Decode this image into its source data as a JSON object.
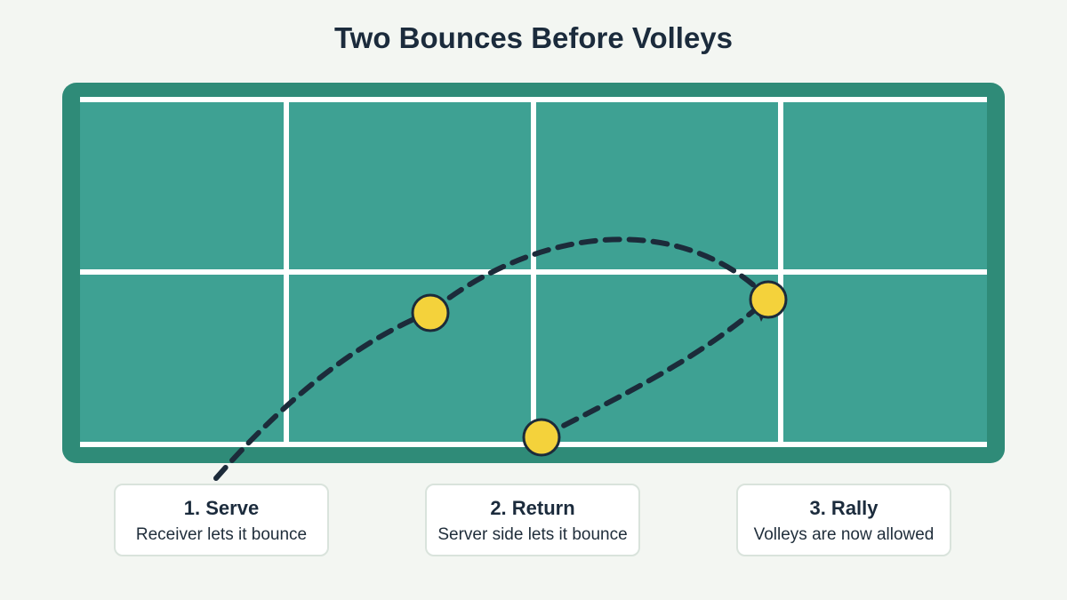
{
  "title": "Two Bounces Before Volleys",
  "colors": {
    "court_border": "#2f8b78",
    "court_surface": "#3ea193",
    "lines": "#ffffff",
    "ball": "#f4d23b",
    "ball_outline": "#1c2b3a",
    "path": "#1c2b3a",
    "card_border": "#d9e3dc"
  },
  "steps": [
    {
      "title": "1. Serve",
      "desc": "Receiver lets it bounce"
    },
    {
      "title": "2. Return",
      "desc": "Server side lets it bounce"
    },
    {
      "title": "3. Rally",
      "desc": "Volleys are now allowed"
    }
  ]
}
